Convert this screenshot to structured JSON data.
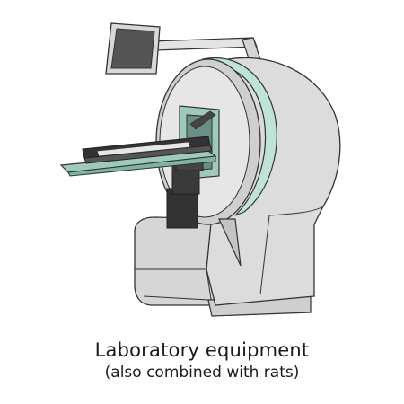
{
  "caption": {
    "title": "Laboratory equipment",
    "subtitle": "(also combined with rats)"
  },
  "illustration": {
    "subject": "laboratory scanner device",
    "colors": {
      "body": "#d9d9d9",
      "body_light": "#e8e8e8",
      "body_dark": "#bdbdbd",
      "accent_ring": "#bfe3d6",
      "bore": "#9fc9bd",
      "bore_dark": "#6a8f86",
      "screen": "#555555",
      "stand": "#333333",
      "outline": "#333333"
    }
  }
}
